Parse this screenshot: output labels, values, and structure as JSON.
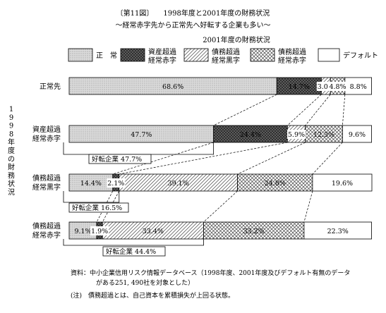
{
  "header": {
    "figure_no": "〔第11図〕",
    "title": "1998年度と2001年度の財務状況",
    "subtitle": "〜経常赤字先から正常先へ好転する企業も多い〜"
  },
  "footnotes": {
    "source_line1": "資料：中小企業信用リスク情報データベース（1998年度、2001年度及びデフォルト有無のデータ",
    "source_line2": "がある251, 490社を対象とした）",
    "note": "(注)　債務超過とは、自己資本を累積損失が上回る状態。"
  },
  "colors": {
    "frame": "#000000",
    "fill_seijou": "#d8d8d8",
    "fill_shisan_akaji": "#7a7a7a",
    "fill_background": "#ffffff"
  },
  "chart_data": {
    "type": "bar",
    "orientation": "horizontal",
    "stacked": "100%",
    "title": "2001年度の財務状況",
    "ylabel": "1998年度の財務状況",
    "categories": [
      "正常先",
      "資産超過\n経常赤字",
      "債務超過\n経常黒字",
      "債務超過\n経常赤字"
    ],
    "series": [
      {
        "name": "正　常",
        "pattern": "dots-light",
        "values": [
          68.6,
          47.7,
          14.4,
          9.1
        ],
        "labels": [
          "68.6%",
          "47.7%",
          "14.4%",
          "9.1%"
        ]
      },
      {
        "name": "資産超過\n経常赤字",
        "pattern": "dark-cross",
        "values": [
          14.7,
          24.4,
          2.1,
          1.9
        ],
        "labels": [
          "14.7%",
          "24.4%",
          "2.1%",
          "1.9%"
        ]
      },
      {
        "name": "債務超過\n経常黒字",
        "pattern": "diagonal",
        "values": [
          3.0,
          5.9,
          39.1,
          33.4
        ],
        "labels": [
          "3.0%",
          "5.9%",
          "39.1%",
          "33.4%"
        ]
      },
      {
        "name": "債務超過\n経常赤字",
        "pattern": "crosshatch",
        "values": [
          4.8,
          12.3,
          24.8,
          33.2
        ],
        "labels": [
          "4.8%",
          "12.3%",
          "24.8%",
          "33.2%"
        ]
      },
      {
        "name": "デフォルト",
        "pattern": "none",
        "values": [
          8.8,
          9.6,
          19.6,
          22.3
        ],
        "labels": [
          "8.8%",
          "9.6%",
          "19.6%",
          "22.3%"
        ]
      }
    ],
    "improvement_annotations": [
      {
        "row": 1,
        "text": "好転企業  47.7%",
        "value": 47.7
      },
      {
        "row": 2,
        "text": "好転企業  16.5%",
        "value": 16.5
      },
      {
        "row": 3,
        "text": "好転企業  44.4%",
        "value": 44.4
      }
    ],
    "xlim": [
      0,
      100
    ],
    "legend_position": "top",
    "grid": false
  }
}
